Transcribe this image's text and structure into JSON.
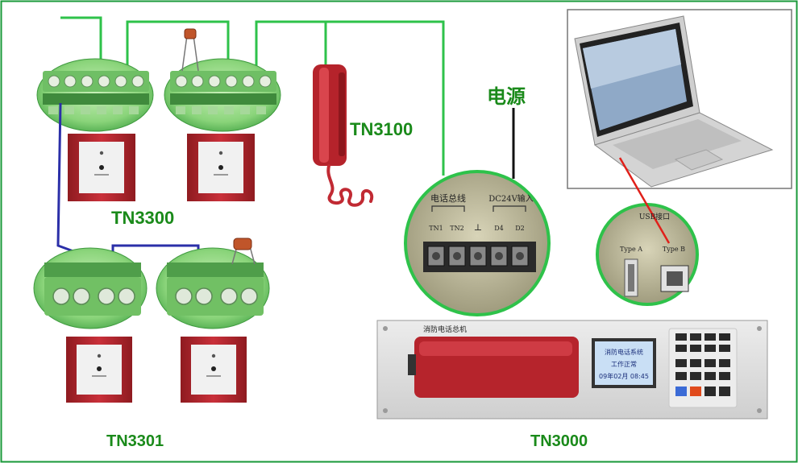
{
  "labels": {
    "tn3300": "TN3300",
    "tn3301": "TN3301",
    "tn3100": "TN3100",
    "tn3000": "TN3000",
    "power": "电源"
  },
  "terminal_block": {
    "line_label": "电话总线",
    "power_label": "DC24V输入",
    "pins": [
      "TN1",
      "TN2",
      "⊥",
      "D4",
      "D2"
    ]
  },
  "usb_port": {
    "header": "USB接口",
    "type_a": "Type A",
    "type_b": "Type B"
  },
  "host_panel": {
    "brand": "消防电话总机",
    "lcd_lines": [
      "消防电话系统",
      "工作正常",
      "09年02月 08:45"
    ]
  },
  "colors": {
    "wire_green": "#2ec24a",
    "wire_blue": "#2b2fa8",
    "usb_cable": "#e0201a",
    "label_green": "#1a8a1a",
    "jack_red": "#b3242a",
    "border_green": "#1a9a3a"
  }
}
